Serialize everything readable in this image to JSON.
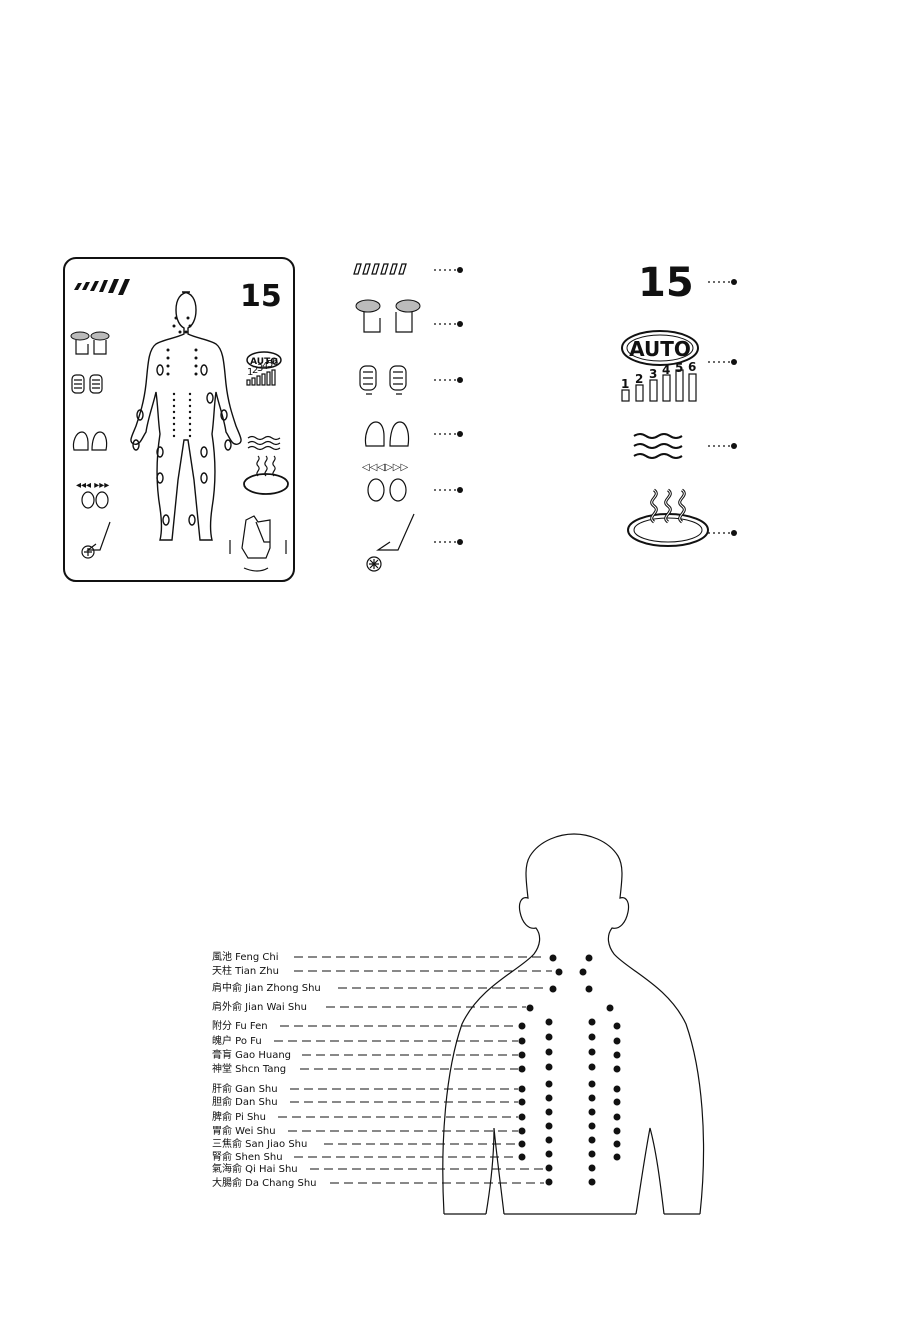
{
  "panel": {
    "timer": "15",
    "auto": "AUTO",
    "levels": [
      "1",
      "2",
      "3",
      "4",
      "5",
      "6"
    ]
  },
  "legend": {
    "timer": "15",
    "auto": "AUTO",
    "levels": [
      "1",
      "2",
      "3",
      "4",
      "5",
      "6"
    ]
  },
  "acupoints": [
    "風池 Feng Chi",
    "天柱 Tian Zhu",
    "肩中俞 Jian Zhong Shu",
    "肩外俞 Jian Wai Shu",
    "附分 Fu Fen",
    "魄户 Po Fu",
    "膏肓 Gao Huang",
    "神堂 Shcn Tang",
    "肝俞 Gan Shu",
    "胆俞 Dan Shu",
    "脾俞 Pi Shu",
    "胃俞 Wei Shu",
    "三焦俞 San Jiao Shu",
    "腎俞 Shen Shu",
    "氣海俞 Qi Hai Shu",
    "大腸俞 Da Chang Shu"
  ]
}
